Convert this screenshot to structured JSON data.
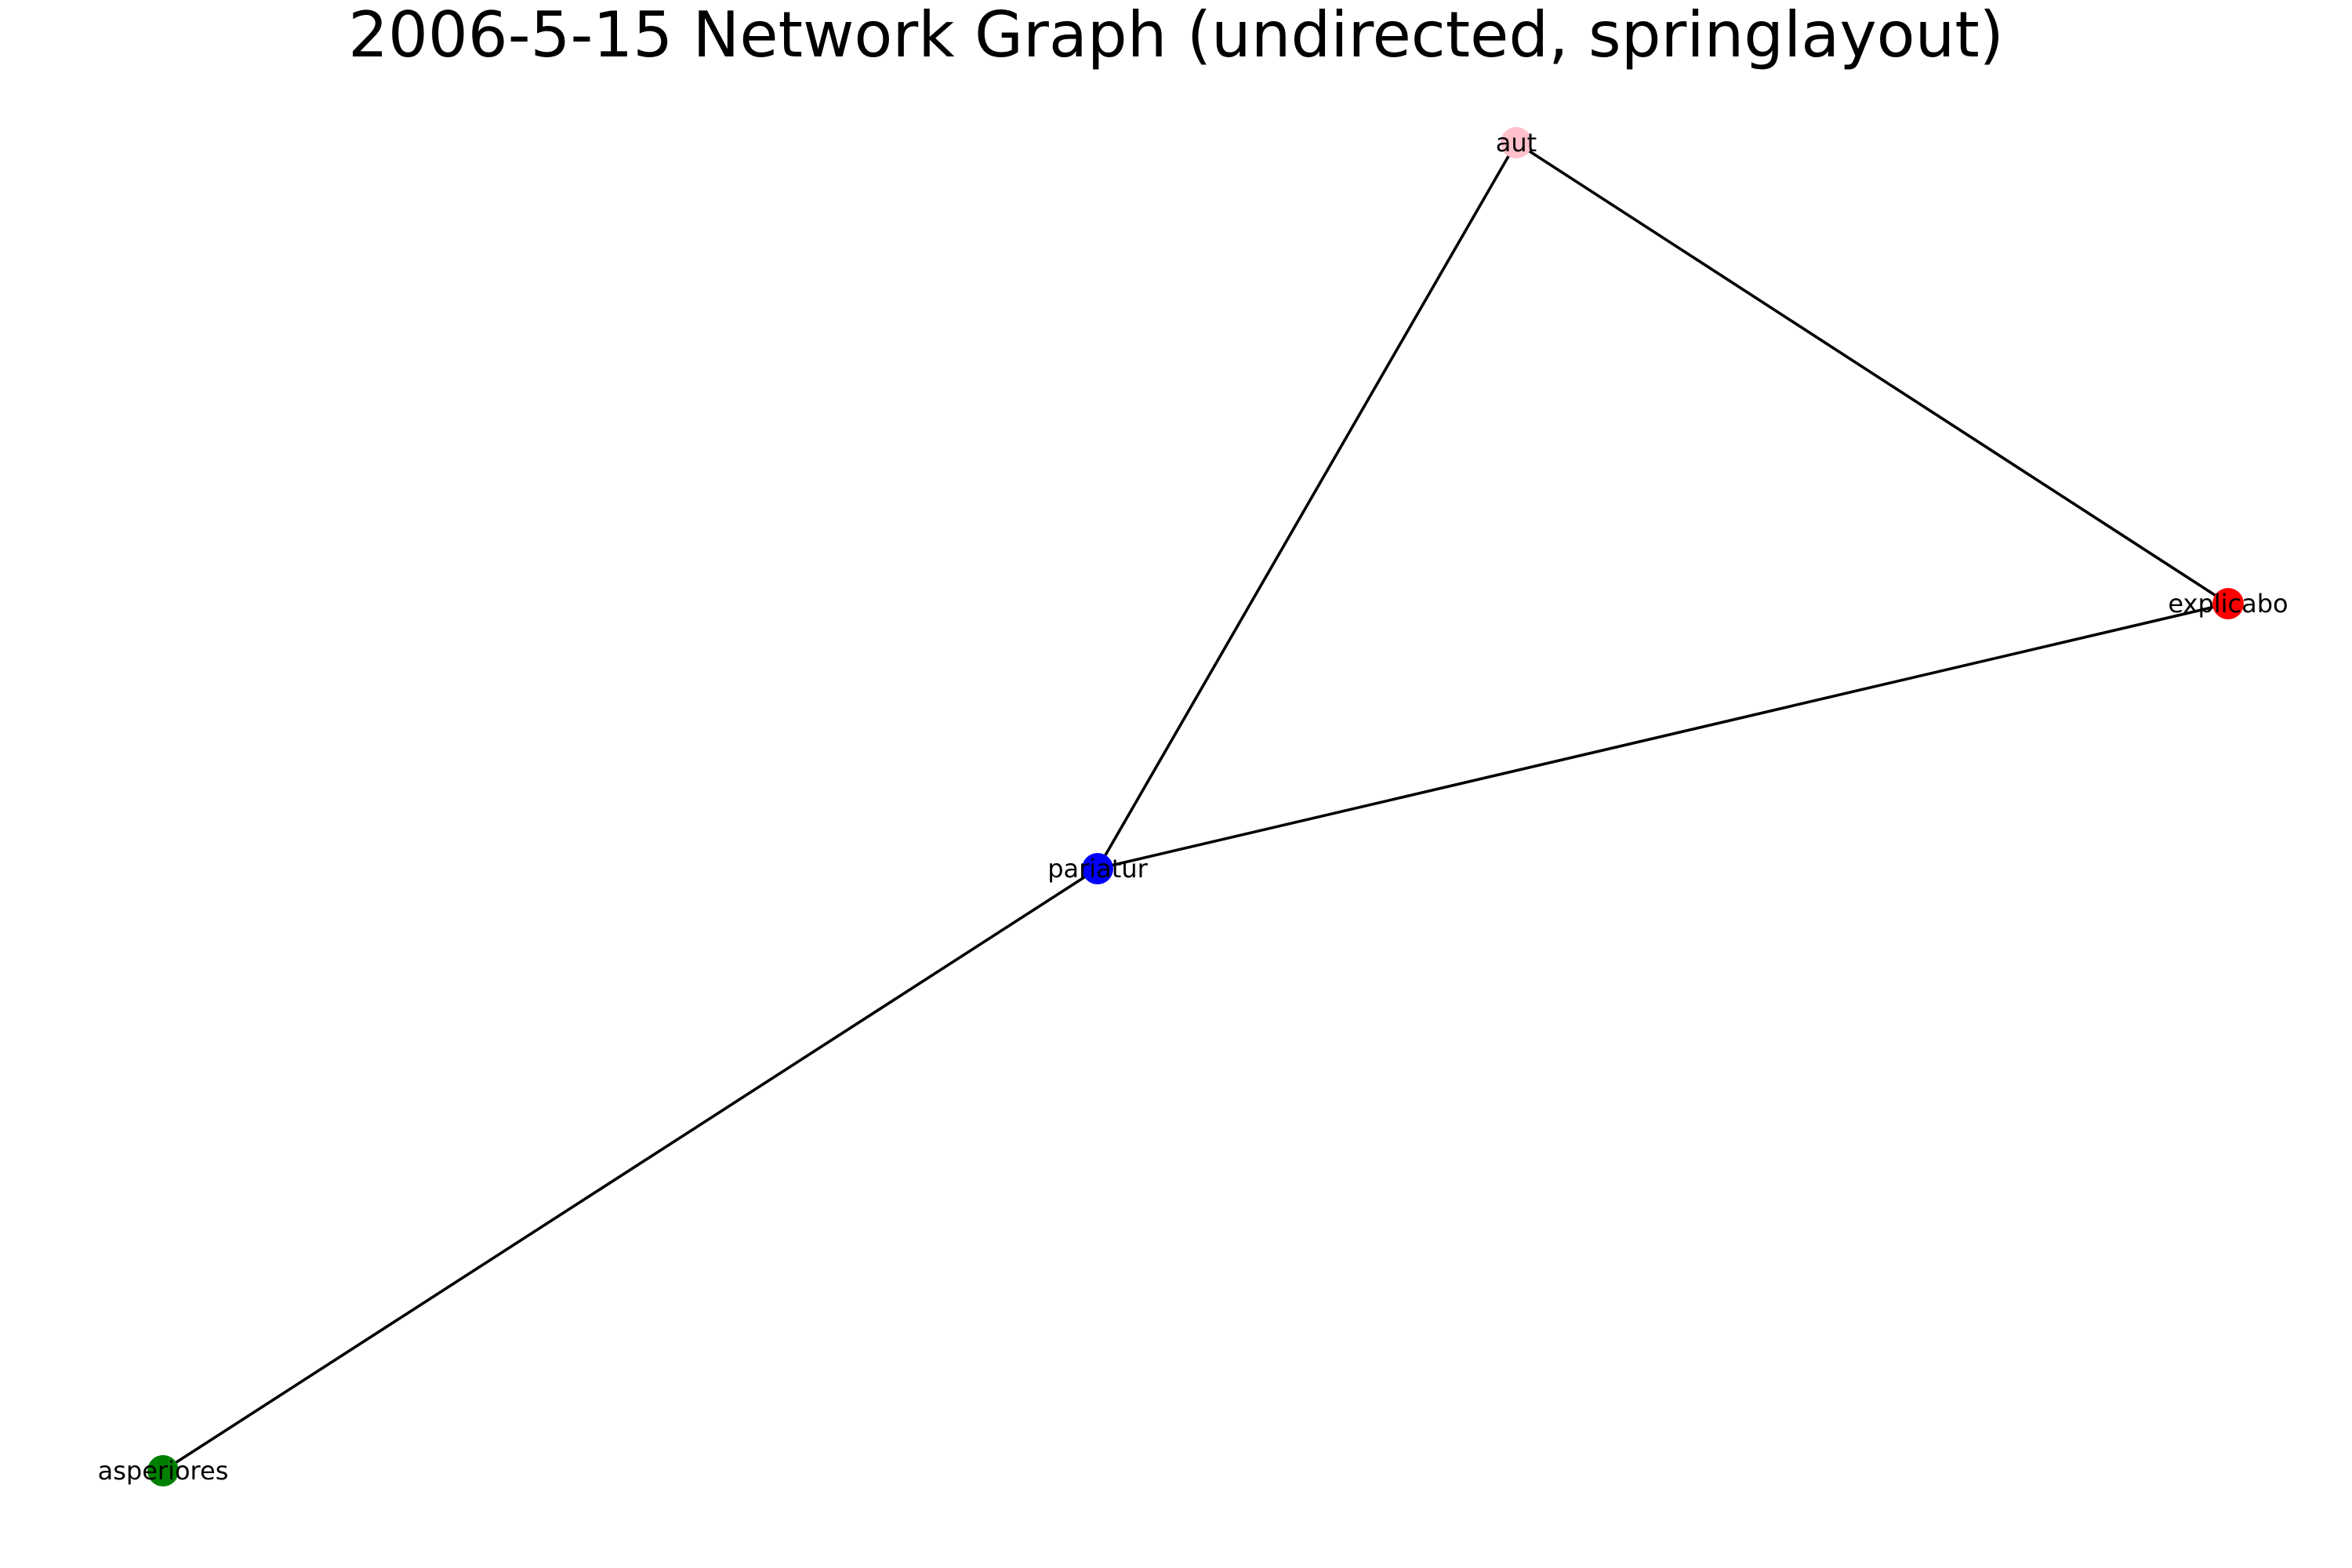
{
  "title": "2006-5-15 Network Graph (undirected, springlayout)",
  "graph": {
    "directed": false,
    "layout": "spring",
    "nodes": [
      {
        "id": "aut",
        "label": "aut",
        "color": "#ffc0cb"
      },
      {
        "id": "explicabo",
        "label": "explicabo",
        "color": "#ff0000"
      },
      {
        "id": "pariatur",
        "label": "pariatur",
        "color": "#0000ff"
      },
      {
        "id": "asperiores",
        "label": "asperiores",
        "color": "#008000"
      }
    ],
    "edges": [
      {
        "source": "aut",
        "target": "pariatur"
      },
      {
        "source": "aut",
        "target": "explicabo"
      },
      {
        "source": "pariatur",
        "target": "explicabo"
      },
      {
        "source": "pariatur",
        "target": "asperiores"
      }
    ]
  }
}
